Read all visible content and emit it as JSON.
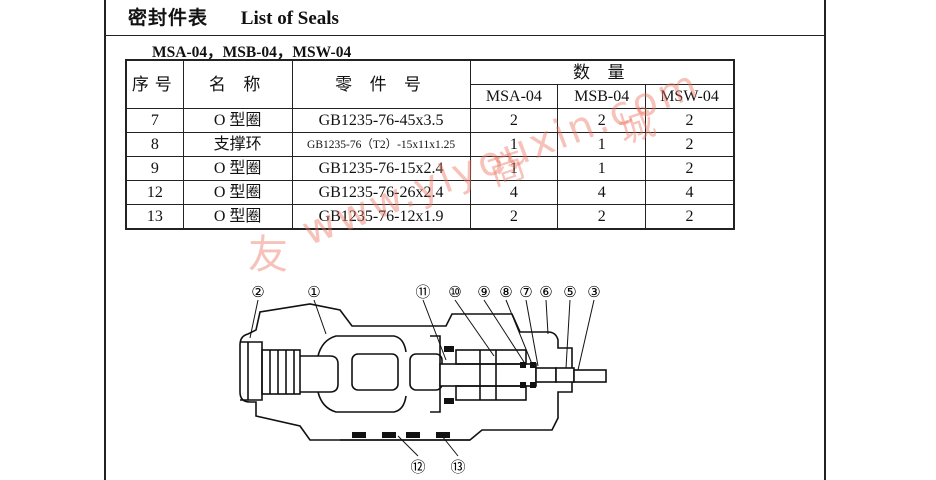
{
  "header": {
    "title_zh": "密封件表",
    "title_en": "List of Seals",
    "models": "MSA-04，MSB-04，MSW-04"
  },
  "table": {
    "col_no": "序号",
    "col_name": "名 称",
    "col_part": "零 件 号",
    "col_qty": "数 量",
    "qty_cols": [
      "MSA-04",
      "MSB-04",
      "MSW-04"
    ],
    "rows": [
      {
        "no": "7",
        "name": "O 型圈",
        "part": "GB1235-76-45x3.5",
        "msa": "2",
        "msb": "2",
        "msw": "2"
      },
      {
        "no": "8",
        "name": "支撑环",
        "part": "GB1235-76（T2）-15x11x1.25",
        "msa": "1",
        "msb": "1",
        "msw": "2"
      },
      {
        "no": "9",
        "name": "O 型圈",
        "part": "GB1235-76-15x2.4",
        "msa": "1",
        "msb": "1",
        "msw": "2"
      },
      {
        "no": "12",
        "name": "O 型圈",
        "part": "GB1235-76-26x2.4",
        "msa": "4",
        "msb": "4",
        "msw": "4"
      },
      {
        "no": "13",
        "name": "O 型圈",
        "part": "GB1235-76-12x1.9",
        "msa": "2",
        "msb": "2",
        "msw": "2"
      }
    ]
  },
  "watermark": {
    "url": "www.ylyouxin.com",
    "chars": [
      "友",
      "商",
      "城"
    ]
  },
  "drawing": {
    "callouts_top": [
      "②",
      "①",
      "⑪",
      "⑩",
      "⑨",
      "⑧",
      "⑦",
      "⑥",
      "⑤",
      "③"
    ],
    "callouts_bottom": [
      "⑫",
      "⑬"
    ]
  },
  "colors": {
    "ink": "#111111",
    "watermark": "#eb7864"
  }
}
